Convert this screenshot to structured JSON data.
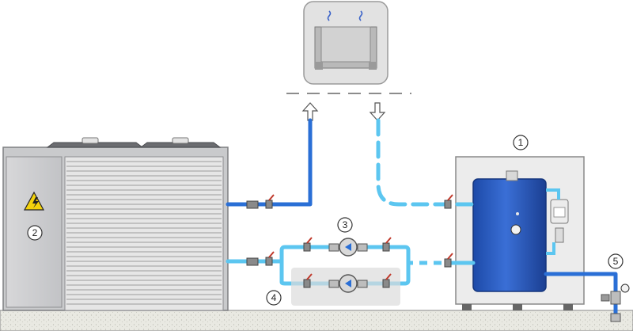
{
  "callouts": [
    {
      "id": "storage-tank",
      "label": "1"
    },
    {
      "id": "heat-pump",
      "label": "2"
    },
    {
      "id": "circulation-pump",
      "label": "3"
    },
    {
      "id": "backup-pump-set",
      "label": "4"
    },
    {
      "id": "safety-group",
      "label": "5"
    }
  ],
  "colors": {
    "supply_pipe": "#2a6fd6",
    "return_pipe": "#5cc6f0",
    "tank": "#2b55b8",
    "ground": "#e8e8e0",
    "unit_grey": "#cfd0d2"
  },
  "icons": [
    "flow-arrow-up-icon",
    "flow-arrow-down-icon",
    "warning-electrical-icon",
    "heat-waves-icon",
    "pressure-gauge-icon"
  ]
}
